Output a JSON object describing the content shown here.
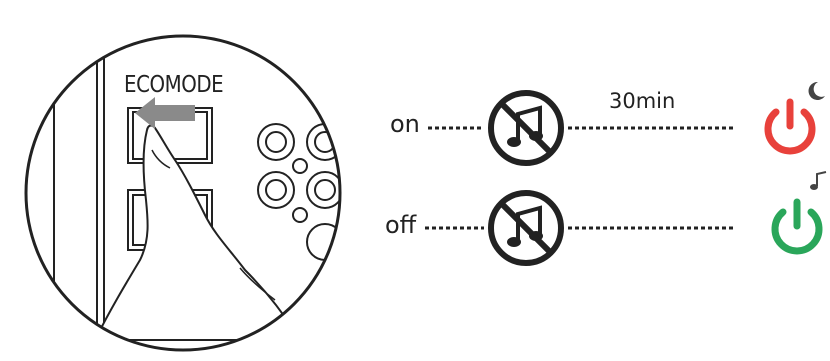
{
  "switch_label": "ECOMODE",
  "rows": [
    {
      "mode": "on",
      "timer": "30min",
      "power_icon": "power-sleep-icon",
      "power_color": "#e8413b"
    },
    {
      "mode": "off",
      "timer": "",
      "power_icon": "power-music-icon",
      "power_color": "#2aa65a"
    }
  ],
  "icons": {
    "no_music": "no-music-icon",
    "moon": "moon-icon",
    "music_note": "music-note-icon",
    "hand": "hand-pointer-icon",
    "arrow": "arrow-left-icon"
  },
  "colors": {
    "line": "#222222",
    "on_power": "#e8413b",
    "off_power": "#2aa65a"
  }
}
